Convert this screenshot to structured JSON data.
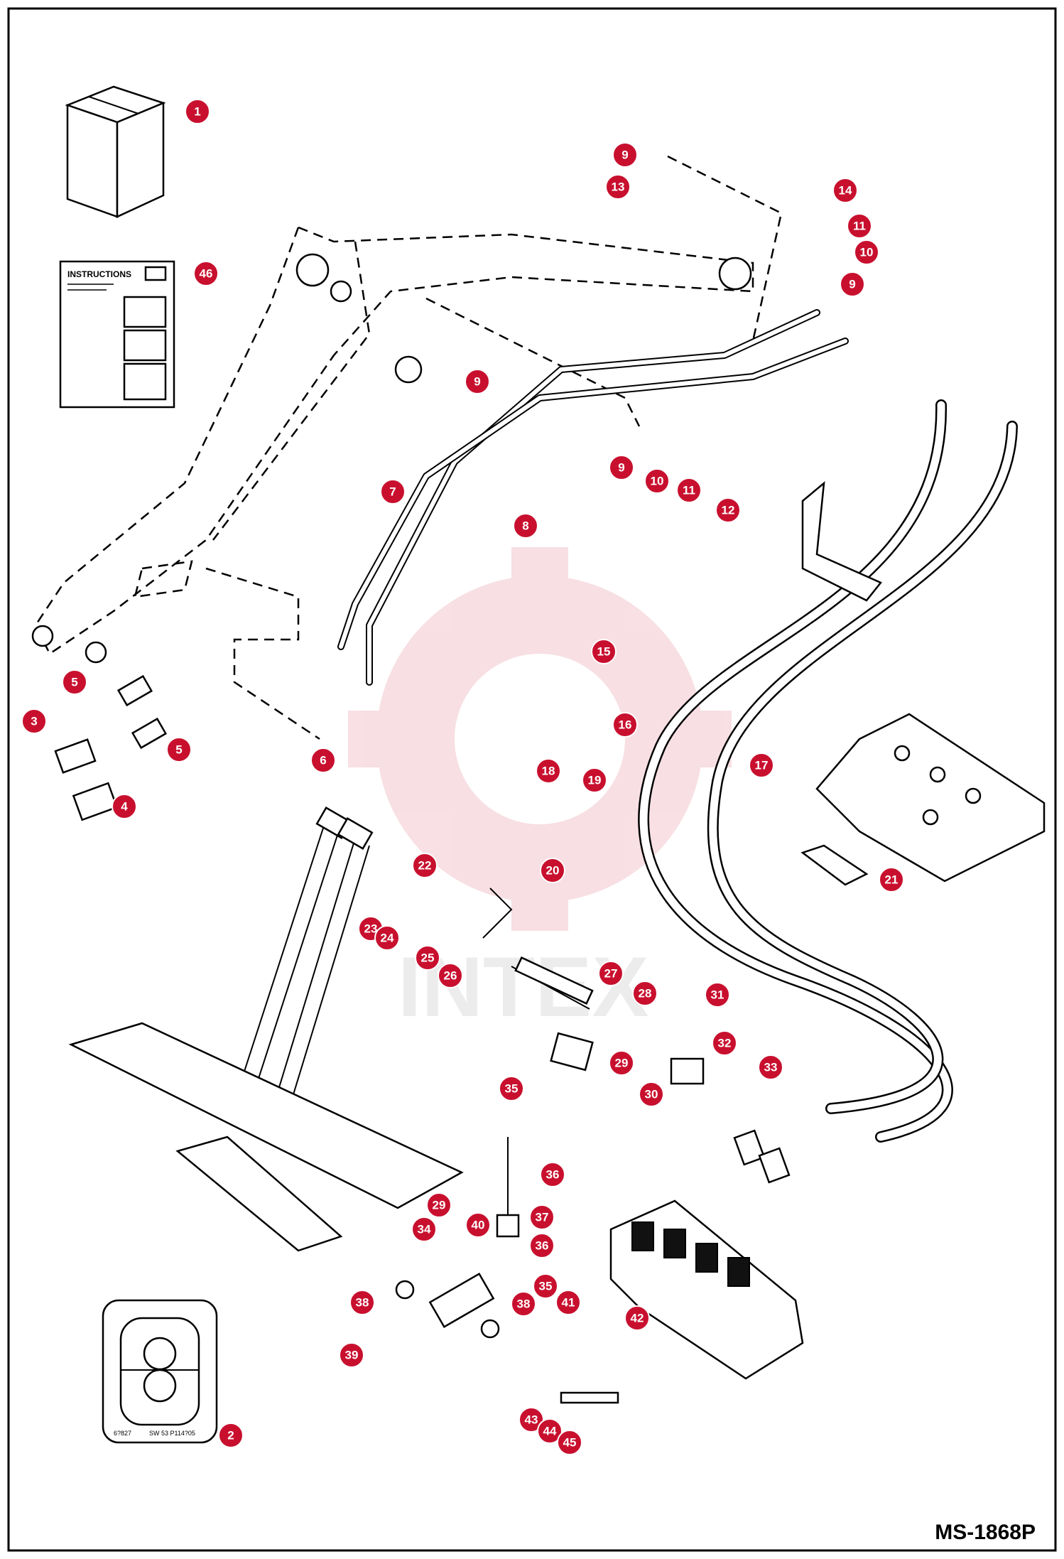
{
  "drawing_code": "MS-1868P",
  "watermark_text": "INTEX",
  "instructions_card": {
    "title": "INSTRUCTIONS"
  },
  "decal": {
    "code_left": "6?827",
    "code_right": "SW 53 P114?05"
  },
  "accent_color": "#c8102e",
  "callouts": [
    {
      "id": "c1",
      "label": "1"
    },
    {
      "id": "c46",
      "label": "46"
    },
    {
      "id": "c9a",
      "label": "9"
    },
    {
      "id": "c13",
      "label": "13"
    },
    {
      "id": "c14",
      "label": "14"
    },
    {
      "id": "c11a",
      "label": "11"
    },
    {
      "id": "c10a",
      "label": "10"
    },
    {
      "id": "c9b",
      "label": "9"
    },
    {
      "id": "c9c",
      "label": "9"
    },
    {
      "id": "c9d",
      "label": "9"
    },
    {
      "id": "c10b",
      "label": "10"
    },
    {
      "id": "c11b",
      "label": "11"
    },
    {
      "id": "c12",
      "label": "12"
    },
    {
      "id": "c7",
      "label": "7"
    },
    {
      "id": "c8",
      "label": "8"
    },
    {
      "id": "c15",
      "label": "15"
    },
    {
      "id": "c5a",
      "label": "5"
    },
    {
      "id": "c3",
      "label": "3"
    },
    {
      "id": "c5b",
      "label": "5"
    },
    {
      "id": "c4",
      "label": "4"
    },
    {
      "id": "c6",
      "label": "6"
    },
    {
      "id": "c16",
      "label": "16"
    },
    {
      "id": "c17",
      "label": "17"
    },
    {
      "id": "c18",
      "label": "18"
    },
    {
      "id": "c19",
      "label": "19"
    },
    {
      "id": "c20",
      "label": "20"
    },
    {
      "id": "c21",
      "label": "21"
    },
    {
      "id": "c22",
      "label": "22"
    },
    {
      "id": "c23",
      "label": "23"
    },
    {
      "id": "c24",
      "label": "24"
    },
    {
      "id": "c25",
      "label": "25"
    },
    {
      "id": "c26",
      "label": "26"
    },
    {
      "id": "c27",
      "label": "27"
    },
    {
      "id": "c28",
      "label": "28"
    },
    {
      "id": "c31",
      "label": "31"
    },
    {
      "id": "c32",
      "label": "32"
    },
    {
      "id": "c29a",
      "label": "29"
    },
    {
      "id": "c30",
      "label": "30"
    },
    {
      "id": "c33",
      "label": "33"
    },
    {
      "id": "c35a",
      "label": "35"
    },
    {
      "id": "c36a",
      "label": "36"
    },
    {
      "id": "c37",
      "label": "37"
    },
    {
      "id": "c36b",
      "label": "36"
    },
    {
      "id": "c35b",
      "label": "35"
    },
    {
      "id": "c29b",
      "label": "29"
    },
    {
      "id": "c34",
      "label": "34"
    },
    {
      "id": "c40",
      "label": "40"
    },
    {
      "id": "c38a",
      "label": "38"
    },
    {
      "id": "c38b",
      "label": "38"
    },
    {
      "id": "c41",
      "label": "41"
    },
    {
      "id": "c42",
      "label": "42"
    },
    {
      "id": "c39",
      "label": "39"
    },
    {
      "id": "c43",
      "label": "43"
    },
    {
      "id": "c44",
      "label": "44"
    },
    {
      "id": "c45",
      "label": "45"
    },
    {
      "id": "c2",
      "label": "2"
    }
  ]
}
